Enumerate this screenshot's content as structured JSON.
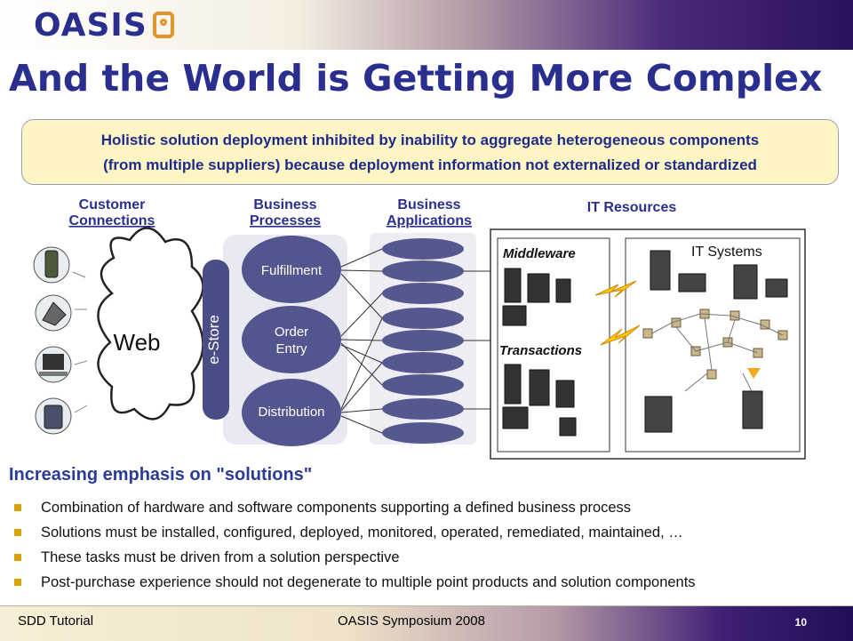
{
  "header": {
    "logo_text": "OASIS"
  },
  "slide": {
    "title": "And the World is Getting More Complex",
    "callout": {
      "line1": "Holistic solution deployment inhibited by inability to aggregate heterogeneous components",
      "line2": "(from multiple suppliers) because deployment information not externalized or standardized"
    }
  },
  "diagram": {
    "col_customer_1": "Customer",
    "col_customer_2": "Connections",
    "col_processes_1": "Business",
    "col_processes_2": "Processes",
    "col_apps_1": "Business",
    "col_apps_2": "Applications",
    "col_it": "IT Resources",
    "web": "Web",
    "estore": "e-Store",
    "process_1": "Fulfillment",
    "process_2a": "Order",
    "process_2b": "Entry",
    "process_3": "Distribution",
    "middleware": "Middleware",
    "transactions": "Transactions",
    "it_systems": "IT Systems"
  },
  "content": {
    "subhead": "Increasing emphasis on \"solutions\"",
    "bullets": [
      "Combination of hardware and software components supporting a defined business process",
      "Solutions must be installed, configured, deployed, monitored, operated, remediated, maintained, …",
      "These tasks must be driven from a solution perspective",
      "Post-purchase experience should not degenerate to multiple point products and solution components"
    ]
  },
  "footer": {
    "left": "SDD Tutorial",
    "center": "OASIS Symposium 2008",
    "page": "10"
  }
}
